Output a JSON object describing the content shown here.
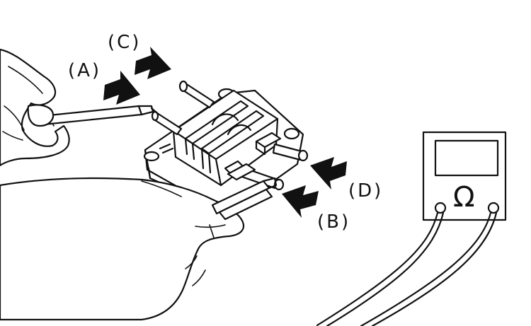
{
  "labels": {
    "a": "(A)",
    "b": "(B)",
    "c": "(C)",
    "d": "(D)"
  },
  "meter": {
    "symbol": "Ω"
  },
  "colors": {
    "ink": "#111111",
    "background": "#ffffff"
  }
}
